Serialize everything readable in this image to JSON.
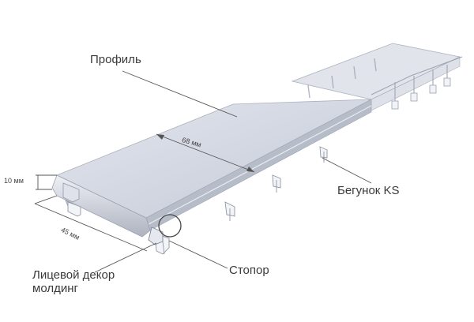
{
  "labels": {
    "profile": "Профиль",
    "runner": "Бегунок KS",
    "stopper": "Стопор",
    "decor_line1": "Лицевой декор",
    "decor_line2": "молдинг"
  },
  "dimensions": {
    "width_top": "68 мм",
    "height": "10 мм",
    "width_bottom": "45 мм"
  },
  "colors": {
    "profile_top": "#d2d6e2",
    "profile_side": "#b9bdc9",
    "transparent_section": "#c5cbd8",
    "leader_lines": "#555555",
    "text": "#3a3a3a"
  }
}
